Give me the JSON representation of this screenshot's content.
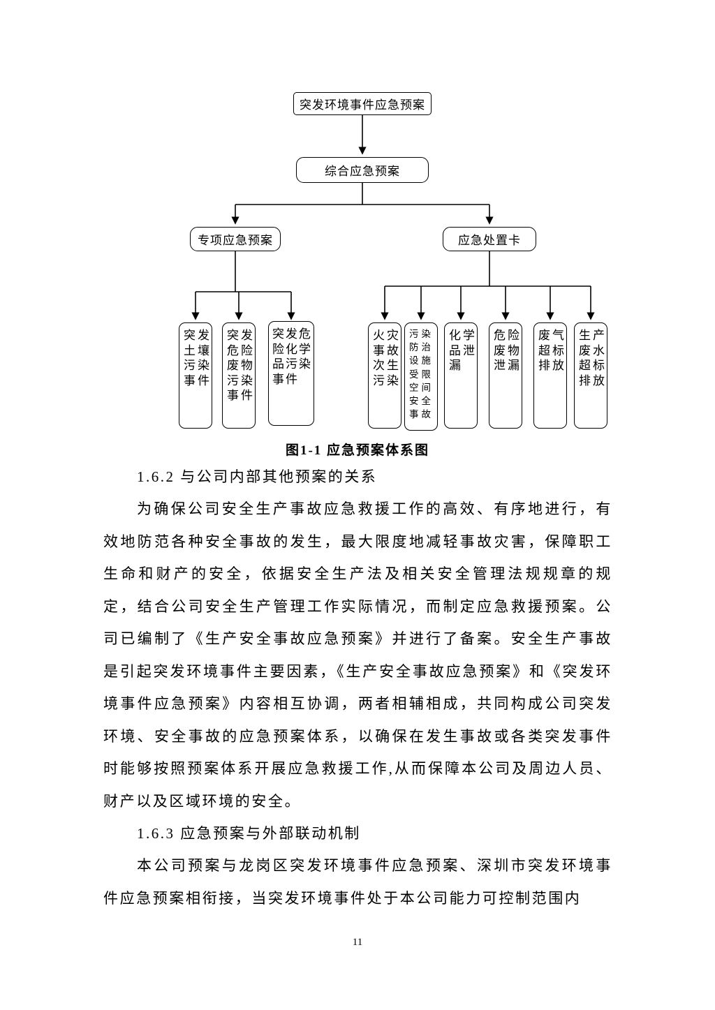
{
  "diagram": {
    "caption": "图1-1 应急预案体系图",
    "root": "突发环境事件应急预案",
    "level2": "综合应急预案",
    "left_branch": "专项应急预案",
    "right_branch": "应急处置卡",
    "left_leaves": [
      "突发土壤污染事件",
      "突发危险废物污染事件",
      "突发危险化学品污染事件"
    ],
    "right_leaves": [
      "火灾事故次生污染",
      "污染防治设施受限空间安全事故",
      "化学品泄漏",
      "危险废物泄漏",
      "废气超标排放",
      "生产废水超标排放"
    ]
  },
  "sections": [
    {
      "heading": "1.6.2 与公司内部其他预案的关系",
      "paragraph": "为确保公司安全生产事故应急救援工作的高效、有序地进行，有效地防范各种安全事故的发生，最大限度地减轻事故灾害，保障职工生命和财产的安全，依据安全生产法及相关安全管理法规规章的规定，结合公司安全生产管理工作实际情况，而制定应急救援预案。公司已编制了《生产安全事故应急预案》并进行了备案。安全生产事故是引起突发环境事件主要因素，《生产安全事故应急预案》和《突发环境事件应急预案》内容相互协调，两者相辅相成，共同构成公司突发环境、安全事故的应急预案体系，以确保在发生事故或各类突发事件时能够按照预案体系开展应急救援工作,从而保障本公司及周边人员、财产以及区域环境的安全。"
    },
    {
      "heading": "1.6.3 应急预案与外部联动机制",
      "paragraph": "本公司预案与龙岗区突发环境事件应急预案、深圳市突发环境事件应急预案相衔接，当突发环境事件处于本公司能力可控制范围内"
    }
  ],
  "page_number": "11"
}
